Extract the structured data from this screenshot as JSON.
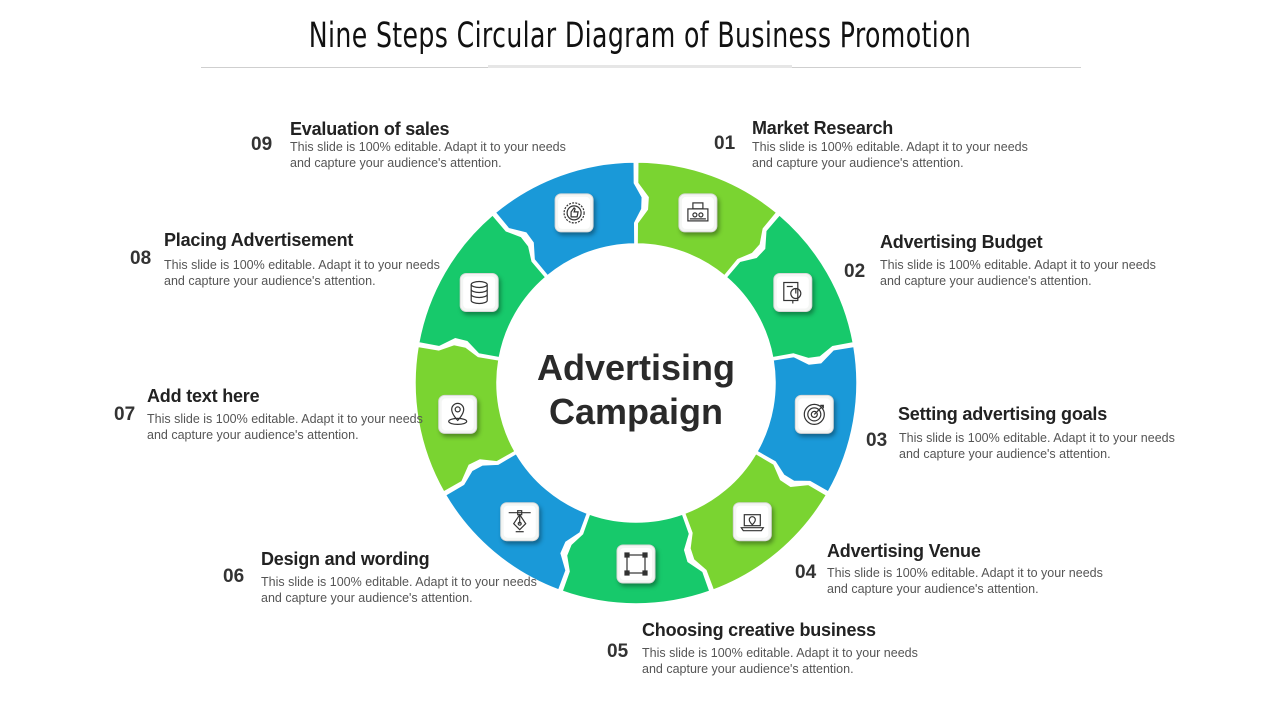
{
  "title": "Nine Steps Circular Diagram of Business Promotion",
  "center": {
    "line1": "Advertising",
    "line2": "Campaign"
  },
  "colors": {
    "blue": "#1a99d8",
    "light_green": "#7ad431",
    "mid_green": "#17c96b"
  },
  "steps": [
    {
      "num": "01",
      "title": "Market Research",
      "desc": "This slide is 100% editable. Adapt it to your needs and capture your audience's attention.",
      "icon": "presentation-icon",
      "color": "light_green"
    },
    {
      "num": "02",
      "title": "Advertising Budget",
      "desc": "This slide is 100% editable. Adapt it to your needs and capture your audience's attention.",
      "icon": "budget-chart-icon",
      "color": "mid_green"
    },
    {
      "num": "03",
      "title": "Setting advertising goals",
      "desc": "This slide is 100% editable. Adapt it to your needs and capture your audience's attention.",
      "icon": "target-icon",
      "color": "blue"
    },
    {
      "num": "04",
      "title": "Advertising Venue",
      "desc": "This slide is 100% editable. Adapt it to your needs and capture your audience's attention.",
      "icon": "laptop-location-icon",
      "color": "light_green"
    },
    {
      "num": "05",
      "title": "Choosing creative business",
      "desc": "This slide is 100% editable. Adapt it to your needs and capture your audience's attention.",
      "icon": "selection-frame-icon",
      "color": "mid_green"
    },
    {
      "num": "06",
      "title": "Design and wording",
      "desc": "This slide is 100% editable. Adapt it to your needs and capture your audience's attention.",
      "icon": "pen-tool-icon",
      "color": "blue"
    },
    {
      "num": "07",
      "title": "Add text here",
      "desc": "This slide is 100% editable. Adapt it to your needs and capture your audience's attention.",
      "icon": "map-pin-icon",
      "color": "light_green"
    },
    {
      "num": "08",
      "title": "Placing Advertisement",
      "desc": "This slide is 100% editable. Adapt it to your needs and capture your audience's attention.",
      "icon": "database-icon",
      "color": "mid_green"
    },
    {
      "num": "09",
      "title": "Evaluation of sales",
      "desc": "This slide is 100% editable. Adapt it to your needs and capture your audience's attention.",
      "icon": "thumbs-up-badge-icon",
      "color": "blue"
    }
  ]
}
